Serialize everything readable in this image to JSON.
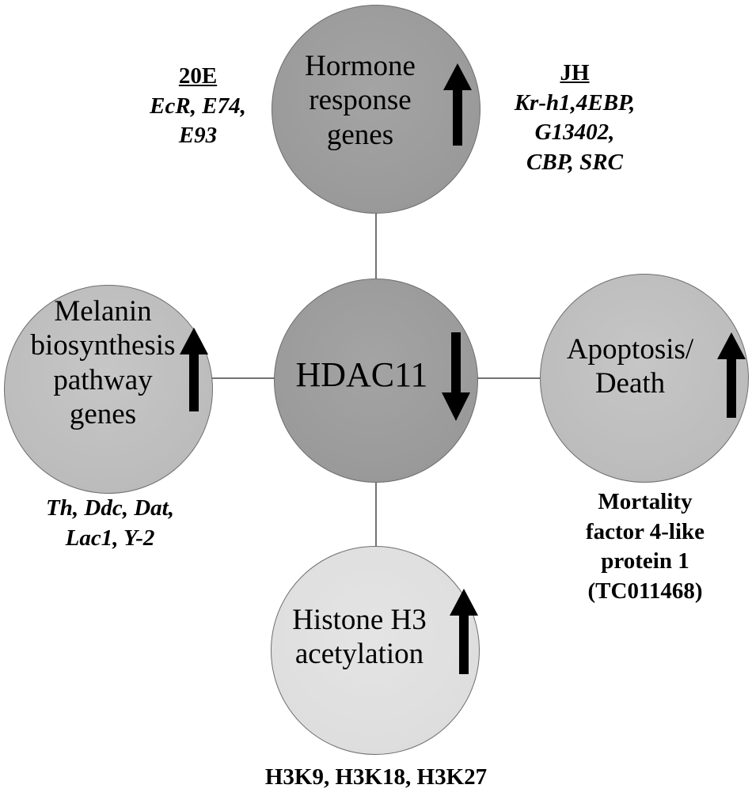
{
  "center": {
    "label": "HDAC11",
    "arrow": "down-arrow-icon"
  },
  "nodes": {
    "hormone": {
      "label_lines": [
        "Hormone",
        "response",
        "genes"
      ],
      "arrow": "up-arrow-icon"
    },
    "melanin": {
      "label_lines": [
        "Melanin",
        "biosynthesis",
        "pathway",
        "genes"
      ],
      "arrow": "up-arrow-icon"
    },
    "apoptosis": {
      "label_lines": [
        "Apoptosis/",
        "Death"
      ],
      "arrow": "up-arrow-icon"
    },
    "histone": {
      "label_lines": [
        "Histone H3",
        "acetylation"
      ],
      "arrow": "up-arrow-icon"
    }
  },
  "notes": {
    "e20": {
      "heading": "20E",
      "lines": [
        "EcR, E74,",
        "E93"
      ]
    },
    "jh": {
      "heading": "JH",
      "lines": [
        "Kr-h1,4EBP,",
        "G13402,",
        "CBP, SRC"
      ]
    },
    "melanin_genes": {
      "lines": [
        "Th, Ddc, Dat,",
        "Lac1, Y-2"
      ]
    },
    "mortality": {
      "lines": [
        "Mortality",
        "factor 4-like",
        "protein 1",
        "(TC011468)"
      ]
    },
    "histone_sites": {
      "text": "H3K9, H3K18, H3K27"
    }
  },
  "colors": {
    "hub": "#9a9a9a",
    "hormone": "#9a9a9a",
    "melanin": "#bcbcbc",
    "apoptosis": "#bcbcbc",
    "histone": "#dedede",
    "connector": "#444444",
    "arrow": "#000000"
  }
}
